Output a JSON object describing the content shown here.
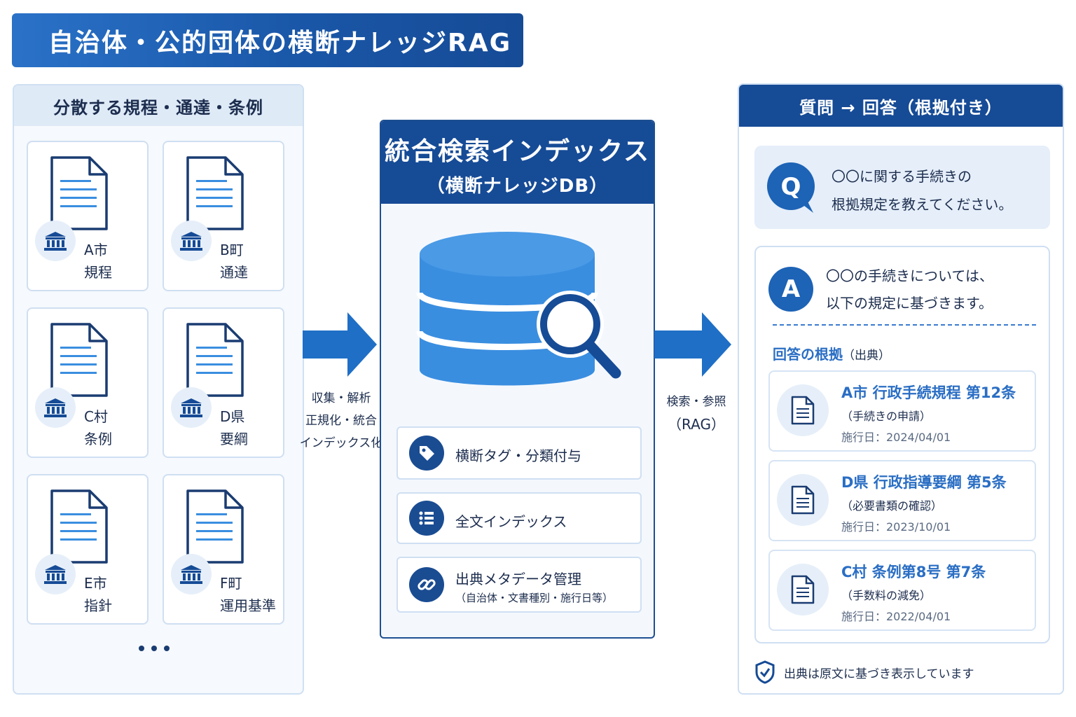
{
  "title": "自治体・公的団体の横断ナレッジRAG",
  "left_panel": {
    "heading": "分散する規程・通達・条例",
    "docs": [
      {
        "org": "A市",
        "type": "規程"
      },
      {
        "org": "B町",
        "type": "通達"
      },
      {
        "org": "C村",
        "type": "条例"
      },
      {
        "org": "D県",
        "type": "要綱"
      },
      {
        "org": "E市",
        "type": "指針"
      },
      {
        "org": "F町",
        "type": "運用基準"
      }
    ]
  },
  "arrow_left": {
    "line1": "収集・解析",
    "line2": "正規化・統合",
    "line3": "インデックス化"
  },
  "middle_panel": {
    "title": "統合検索インデックス",
    "subtitle": "（横断ナレッジDB）",
    "features": [
      {
        "label": "横断タグ・分類付与",
        "icon": "tag-icon"
      },
      {
        "label": "全文インデックス",
        "icon": "list-icon"
      },
      {
        "label": "出典メタデータ管理",
        "sub": "（自治体・文書種別・施行日等）",
        "icon": "link-icon"
      }
    ]
  },
  "arrow_right": {
    "line1": "検索・参照",
    "line2": "（RAG）"
  },
  "right_panel": {
    "heading": "質問 → 回答（根拠付き）",
    "question": {
      "badge": "Q",
      "line1": "〇〇に関する手続きの",
      "line2": "根拠規定を教えてください。"
    },
    "answer": {
      "badge": "A",
      "line1": "〇〇の手続きについては、",
      "line2": "以下の規定に基づきます。"
    },
    "basis_title": "回答の根拠",
    "basis_suffix": "（出典）",
    "sources": [
      {
        "title": "A市 行政手続規程 第12条",
        "sub": "（手続きの申請）",
        "date": "施行日：2024/04/01"
      },
      {
        "title": "D県 行政指導要綱 第5条",
        "sub": "（必要書類の確認）",
        "date": "施行日：2023/10/01"
      },
      {
        "title": "C村 条例第8号 第7条",
        "sub": "（手数料の減免）",
        "date": "施行日：2022/04/01"
      }
    ],
    "note": "出典は原文に基づき表示しています"
  },
  "colors": {
    "primary": "#164b96",
    "accent": "#2a6ec4",
    "db": "#3a8ee0"
  }
}
